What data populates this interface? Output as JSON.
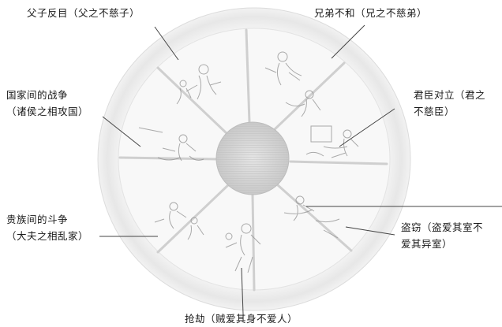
{
  "labels": {
    "father_son": {
      "line1": "父子反目（父之不慈子）"
    },
    "brothers": {
      "line1": "兄弟不和（兄之不慈弟）"
    },
    "ruler_minister": {
      "line1": "君臣对立（君之",
      "line2": "不慈臣）"
    },
    "states_war": {
      "line1": "国家间的战争",
      "line2": "（诸侯之相攻国）"
    },
    "nobles_struggle": {
      "line1": "贵族间的斗争",
      "line2": "（大夫之相乱家）"
    },
    "theft": {
      "line1": "盗窃（盗爱其室不",
      "line2": "爱其异室）"
    },
    "robbery": {
      "line1": "抢劫（贼爱其身不爱人）"
    }
  },
  "colors": {
    "wheel_rim": "#ececec",
    "wheel_panel": "#f6f6f6",
    "hub": "#d6d6d6",
    "spoke": "#cfcfcf",
    "sketch": "#8a8a8a",
    "leader": "#444444"
  }
}
